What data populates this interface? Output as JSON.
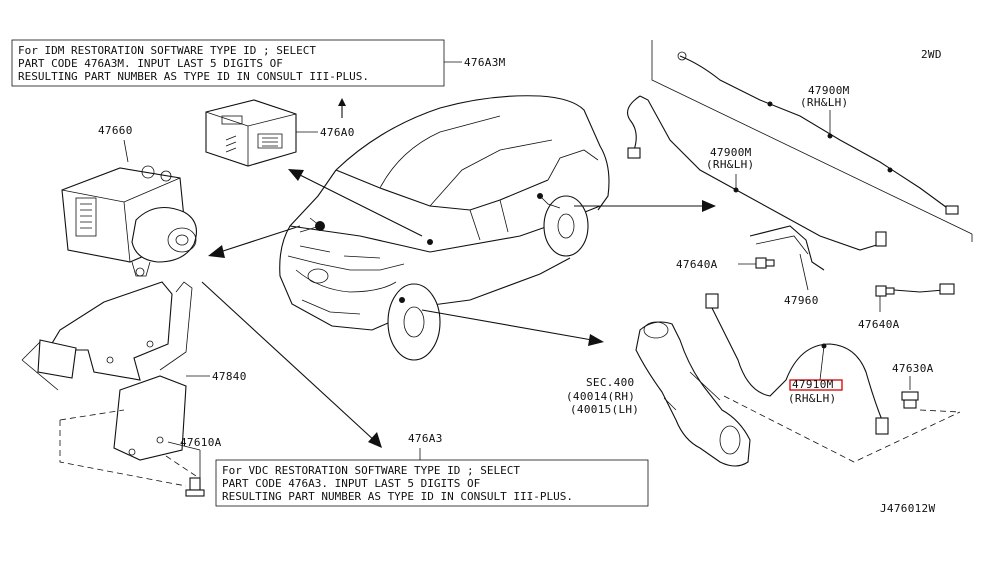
{
  "drawing_id": "J476012W",
  "variant_label": "2WD",
  "notes": {
    "idm": {
      "lines": [
        "For IDM RESTORATION SOFTWARE TYPE ID ; SELECT",
        "PART CODE 476A3M. INPUT LAST 5 DIGITS OF",
        "RESULTING PART NUMBER AS TYPE ID IN CONSULT III-PLUS."
      ],
      "ref": "476A3M"
    },
    "vdc": {
      "lines": [
        "For VDC RESTORATION SOFTWARE TYPE ID ; SELECT",
        "PART CODE 476A3. INPUT LAST 5 DIGITS OF",
        "RESULTING PART NUMBER AS TYPE ID IN CONSULT III-PLUS."
      ],
      "ref": "476A3"
    }
  },
  "parts": {
    "p476A0": "476A0",
    "p47660": "47660",
    "p47840": "47840",
    "p47610A": "47610A",
    "p47900M_top": "47900M",
    "p47900M_top_side": "(RH&LH)",
    "p47900M_mid": "47900M",
    "p47900M_mid_side": "(RH&LH)",
    "p47640A_left": "47640A",
    "p47960": "47960",
    "p47640A_right": "47640A",
    "p47630A": "47630A",
    "p47910M": "47910M",
    "p47910M_side": "(RH&LH)",
    "sec_title": "SEC.400",
    "sec_rh": "(40014(RH)",
    "sec_lh": "(40015(LH)"
  },
  "colors": {
    "line": "#111111",
    "highlight": "#d40000",
    "background": "#ffffff"
  }
}
